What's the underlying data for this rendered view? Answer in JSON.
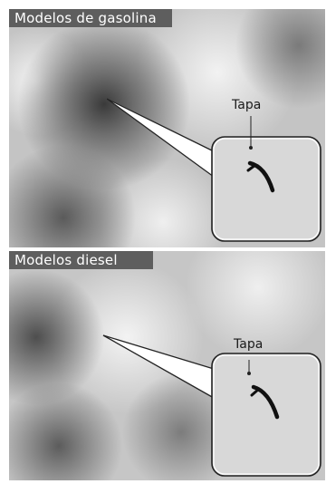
{
  "panels": [
    {
      "title": "Modelos de gasolina",
      "callout": "Tapa"
    },
    {
      "title": "Modelos diesel",
      "callout": "Tapa"
    }
  ],
  "colors": {
    "header_bg": "#5e5e5e",
    "header_text": "#ffffff",
    "inset_fill": "#d9d9d9",
    "inset_stroke": "#222222"
  },
  "icons": [
    "dipstick-cap-icon",
    "dipstick-cap-icon"
  ]
}
